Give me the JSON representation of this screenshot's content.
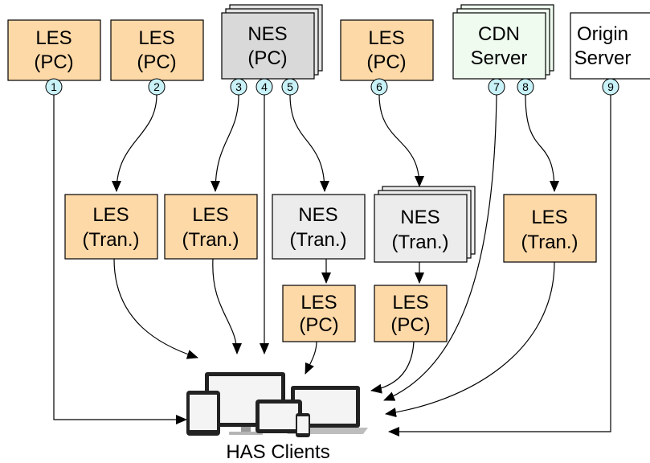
{
  "colors": {
    "les": "#fdd9a8",
    "nes": "#e6e6e6",
    "nes_stack": "#d9d9d9",
    "cdn": "#effbef",
    "origin": "#ffffff",
    "badge": "#c8f2f7",
    "line": "#000000"
  },
  "boxes": {
    "les_pc_1": {
      "line1": "LES",
      "line2": "(PC)"
    },
    "les_pc_2": {
      "line1": "LES",
      "line2": "(PC)"
    },
    "nes_pc": {
      "line1": "NES",
      "line2": "(PC)"
    },
    "les_pc_6": {
      "line1": "LES",
      "line2": "(PC)"
    },
    "cdn_server": {
      "line1": "CDN",
      "line2": "Server"
    },
    "origin_server": {
      "line1": "Origin",
      "line2": "Server"
    },
    "les_tran_a": {
      "line1": "LES",
      "line2": "(Tran.)"
    },
    "les_tran_b": {
      "line1": "LES",
      "line2": "(Tran.)"
    },
    "nes_tran_a": {
      "line1": "NES",
      "line2": "(Tran.)"
    },
    "nes_tran_b": {
      "line1": "NES",
      "line2": "(Tran.)"
    },
    "les_tran_c": {
      "line1": "LES",
      "line2": "(Tran.)"
    },
    "les_pc_lower_a": {
      "line1": "LES",
      "line2": "(PC)"
    },
    "les_pc_lower_b": {
      "line1": "LES",
      "line2": "(PC)"
    }
  },
  "badges": [
    "1",
    "2",
    "3",
    "4",
    "5",
    "6",
    "7",
    "8",
    "9"
  ],
  "clients": {
    "label": "HAS Clients",
    "icon": "devices-icon"
  }
}
